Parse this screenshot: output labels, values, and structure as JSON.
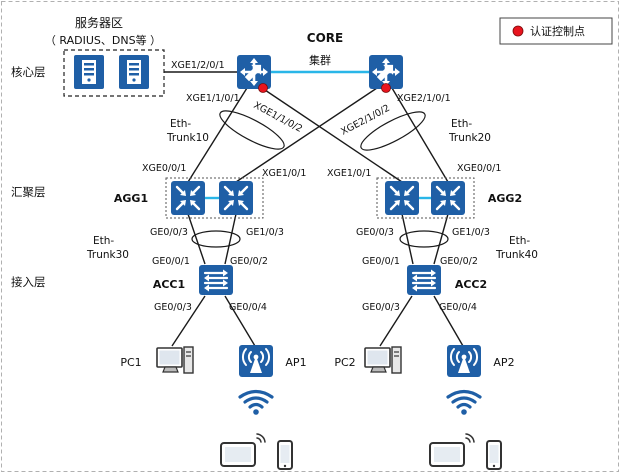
{
  "layers": {
    "core": "核心层",
    "aggregation": "汇聚层",
    "access": "接入层"
  },
  "server_zone": {
    "title": "服务器区",
    "subtitle": "（ RADIUS、DNS等 ）"
  },
  "core": {
    "label": "CORE",
    "cluster": "集群"
  },
  "legend": {
    "label": "认证控制点",
    "dot_color": "#e8141e"
  },
  "devices": {
    "agg1": "AGG1",
    "agg2": "AGG2",
    "acc1": "ACC1",
    "acc2": "ACC2",
    "pc1": "PC1",
    "pc2": "PC2",
    "ap1": "AP1",
    "ap2": "AP2"
  },
  "ports": {
    "core_server": "XGE1/2/0/1",
    "core1_p1": "XGE1/1/0/1",
    "core1_p2": "XGE1/1/0/2",
    "core2_p2": "XGE2/1/0/2",
    "core2_p1": "XGE2/1/0/1",
    "agg1_up1": "XGE0/0/1",
    "agg1_up2": "XGE1/0/1",
    "agg2_up1": "XGE1/0/1",
    "agg2_up2": "XGE0/0/1",
    "agg1_dn1": "GE0/0/3",
    "agg1_dn2": "GE1/0/3",
    "agg2_dn1": "GE0/0/3",
    "agg2_dn2": "GE1/0/3",
    "acc1_up1": "GE0/0/1",
    "acc1_up2": "GE0/0/2",
    "acc2_up1": "GE0/0/1",
    "acc2_up2": "GE0/0/2",
    "acc1_dn1": "GE0/0/3",
    "acc1_dn2": "GE0/0/4",
    "acc2_dn1": "GE0/0/3",
    "acc2_dn2": "GE0/0/4"
  },
  "trunks": {
    "t10_a": "Eth-",
    "t10_b": "Trunk10",
    "t20_a": "Eth-",
    "t20_b": "Trunk20",
    "t30_a": "Eth-",
    "t30_b": "Trunk30",
    "t40_a": "Eth-",
    "t40_b": "Trunk40"
  },
  "colors": {
    "device": "#1f5fa6",
    "device_dark": "#15467e",
    "link": "#1a1a1a",
    "cluster_link": "#29b6e8",
    "stack_link": "#29b6e8"
  },
  "icons": {
    "core_router": "router-icon",
    "agg_switch": "layer3-switch-icon",
    "acc_switch": "layer2-switch-icon",
    "server": "server-icon",
    "pc": "pc-icon",
    "ap": "access-point-icon",
    "wifi": "wifi-signal-icon",
    "laptop": "laptop-icon",
    "phone": "phone-icon"
  }
}
